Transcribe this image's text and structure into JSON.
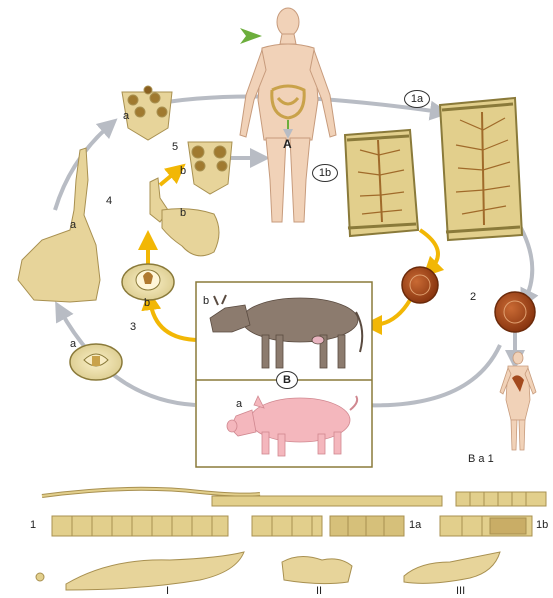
{
  "labels": {
    "A": "A",
    "B": "B",
    "stage_1a": "1a",
    "stage_1b": "1b",
    "stage_2": "2",
    "stage_3": "3",
    "stage_4": "4",
    "stage_5": "5",
    "a_top": "a",
    "b_scolex5": "b",
    "b_scolex4": "b",
    "a_left": "a",
    "b_cyst": "b",
    "a_cyst": "a",
    "b_cow": "b",
    "a_pig": "a",
    "b_a_1": "B a 1",
    "row_1": "1",
    "row_1a": "1a",
    "row_1b": "1b",
    "roman_I": "I",
    "roman_II": "II",
    "roman_III": "III"
  },
  "colors": {
    "cycle_arrow_gray": "#b8bcc4",
    "cycle_arrow_yellow": "#f2b705",
    "worm_tan": "#e7d49a",
    "worm_outline": "#a89050",
    "proglottid_bg": "#e2cf8c",
    "egg_brown": "#a34a1e",
    "skin": "#f1d2b8",
    "cow": "#8c7b6e",
    "pig": "#f4b7bd",
    "green_arrow": "#6cae3c",
    "box_border": "#8a7a3a"
  }
}
